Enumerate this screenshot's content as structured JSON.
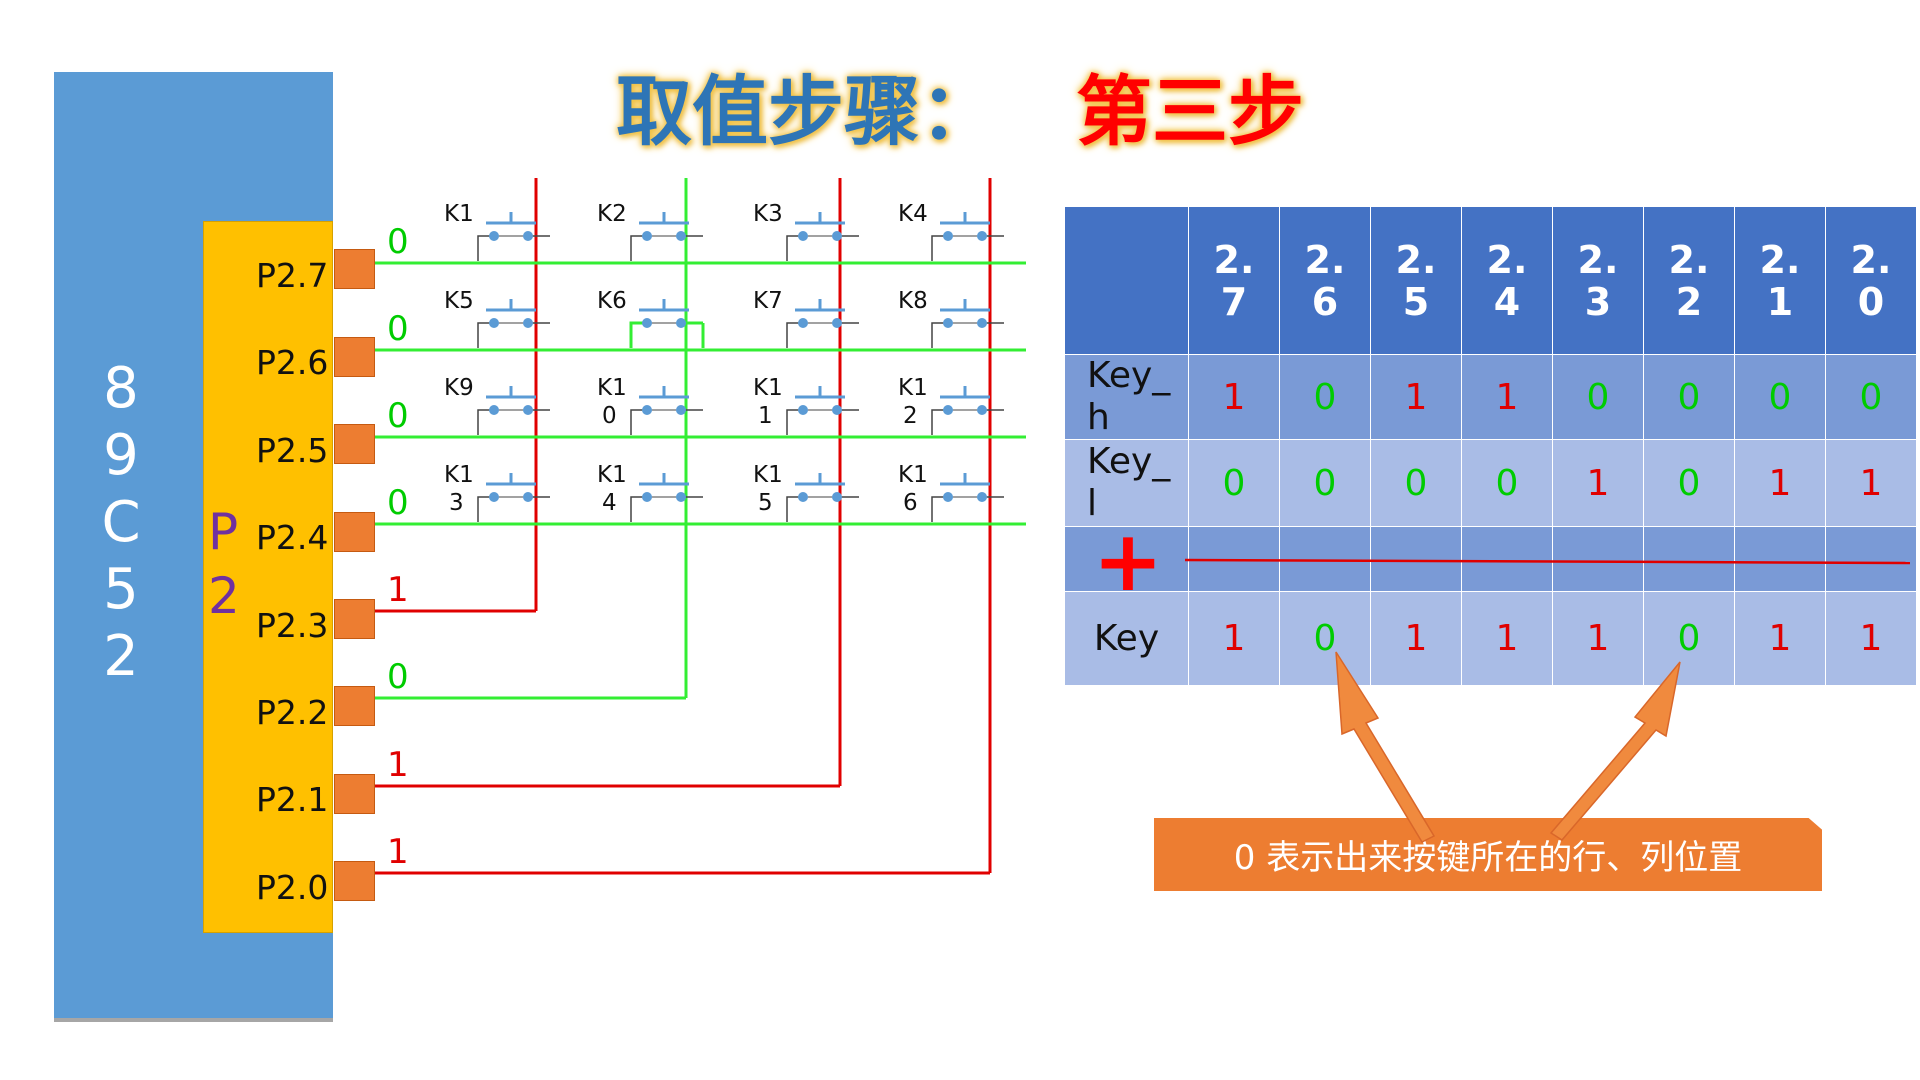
{
  "title": {
    "part1": "取值步骤：",
    "part2": "第三步"
  },
  "chip": {
    "name": "8\n9\nC\n5\n2",
    "port": "P\n2"
  },
  "pins": [
    {
      "label": "P2.7",
      "value": "0",
      "value_color": "#00cc00",
      "wire_color": "#33ee33"
    },
    {
      "label": "P2.6",
      "value": "0",
      "value_color": "#00cc00",
      "wire_color": "#33ee33"
    },
    {
      "label": "P2.5",
      "value": "0",
      "value_color": "#00cc00",
      "wire_color": "#33ee33"
    },
    {
      "label": "P2.4",
      "value": "0",
      "value_color": "#00cc00",
      "wire_color": "#33ee33"
    },
    {
      "label": "P2.3",
      "value": "1",
      "value_color": "#e00000",
      "wire_color": "#e00000"
    },
    {
      "label": "P2.2",
      "value": "0",
      "value_color": "#00cc00",
      "wire_color": "#33ee33"
    },
    {
      "label": "P2.1",
      "value": "1",
      "value_color": "#e00000",
      "wire_color": "#e00000"
    },
    {
      "label": "P2.0",
      "value": "1",
      "value_color": "#e00000",
      "wire_color": "#e00000"
    }
  ],
  "keys": [
    {
      "l1": "K1",
      "l2": ""
    },
    {
      "l1": "K2",
      "l2": ""
    },
    {
      "l1": "K3",
      "l2": ""
    },
    {
      "l1": "K4",
      "l2": ""
    },
    {
      "l1": "K5",
      "l2": ""
    },
    {
      "l1": "K6",
      "l2": ""
    },
    {
      "l1": "K7",
      "l2": ""
    },
    {
      "l1": "K8",
      "l2": ""
    },
    {
      "l1": "K9",
      "l2": ""
    },
    {
      "l1": "K1",
      "l2": "0"
    },
    {
      "l1": "K1",
      "l2": "1"
    },
    {
      "l1": "K1",
      "l2": "2"
    },
    {
      "l1": "K1",
      "l2": "3"
    },
    {
      "l1": "K1",
      "l2": "4"
    },
    {
      "l1": "K1",
      "l2": "5"
    },
    {
      "l1": "K1",
      "l2": "6"
    }
  ],
  "pressed_key": "K6",
  "table": {
    "headers": [
      "2.\n7",
      "2.\n6",
      "2.\n5",
      "2.\n4",
      "2.\n3",
      "2.\n2",
      "2.\n1",
      "2.\n0"
    ],
    "rows": [
      {
        "label": "Key_\nh",
        "values": [
          "1",
          "0",
          "1",
          "1",
          "0",
          "0",
          "0",
          "0"
        ]
      },
      {
        "label": "Key_\nl",
        "values": [
          "0",
          "0",
          "0",
          "0",
          "1",
          "0",
          "1",
          "1"
        ]
      }
    ],
    "plus": "+",
    "result": {
      "label": "Key",
      "values": [
        "1",
        "0",
        "1",
        "1",
        "1",
        "0",
        "1",
        "1"
      ]
    },
    "one_color": "#e00000",
    "zero_color": "#00cc00"
  },
  "callout": "0 表示出来按键所在的行、列位置"
}
